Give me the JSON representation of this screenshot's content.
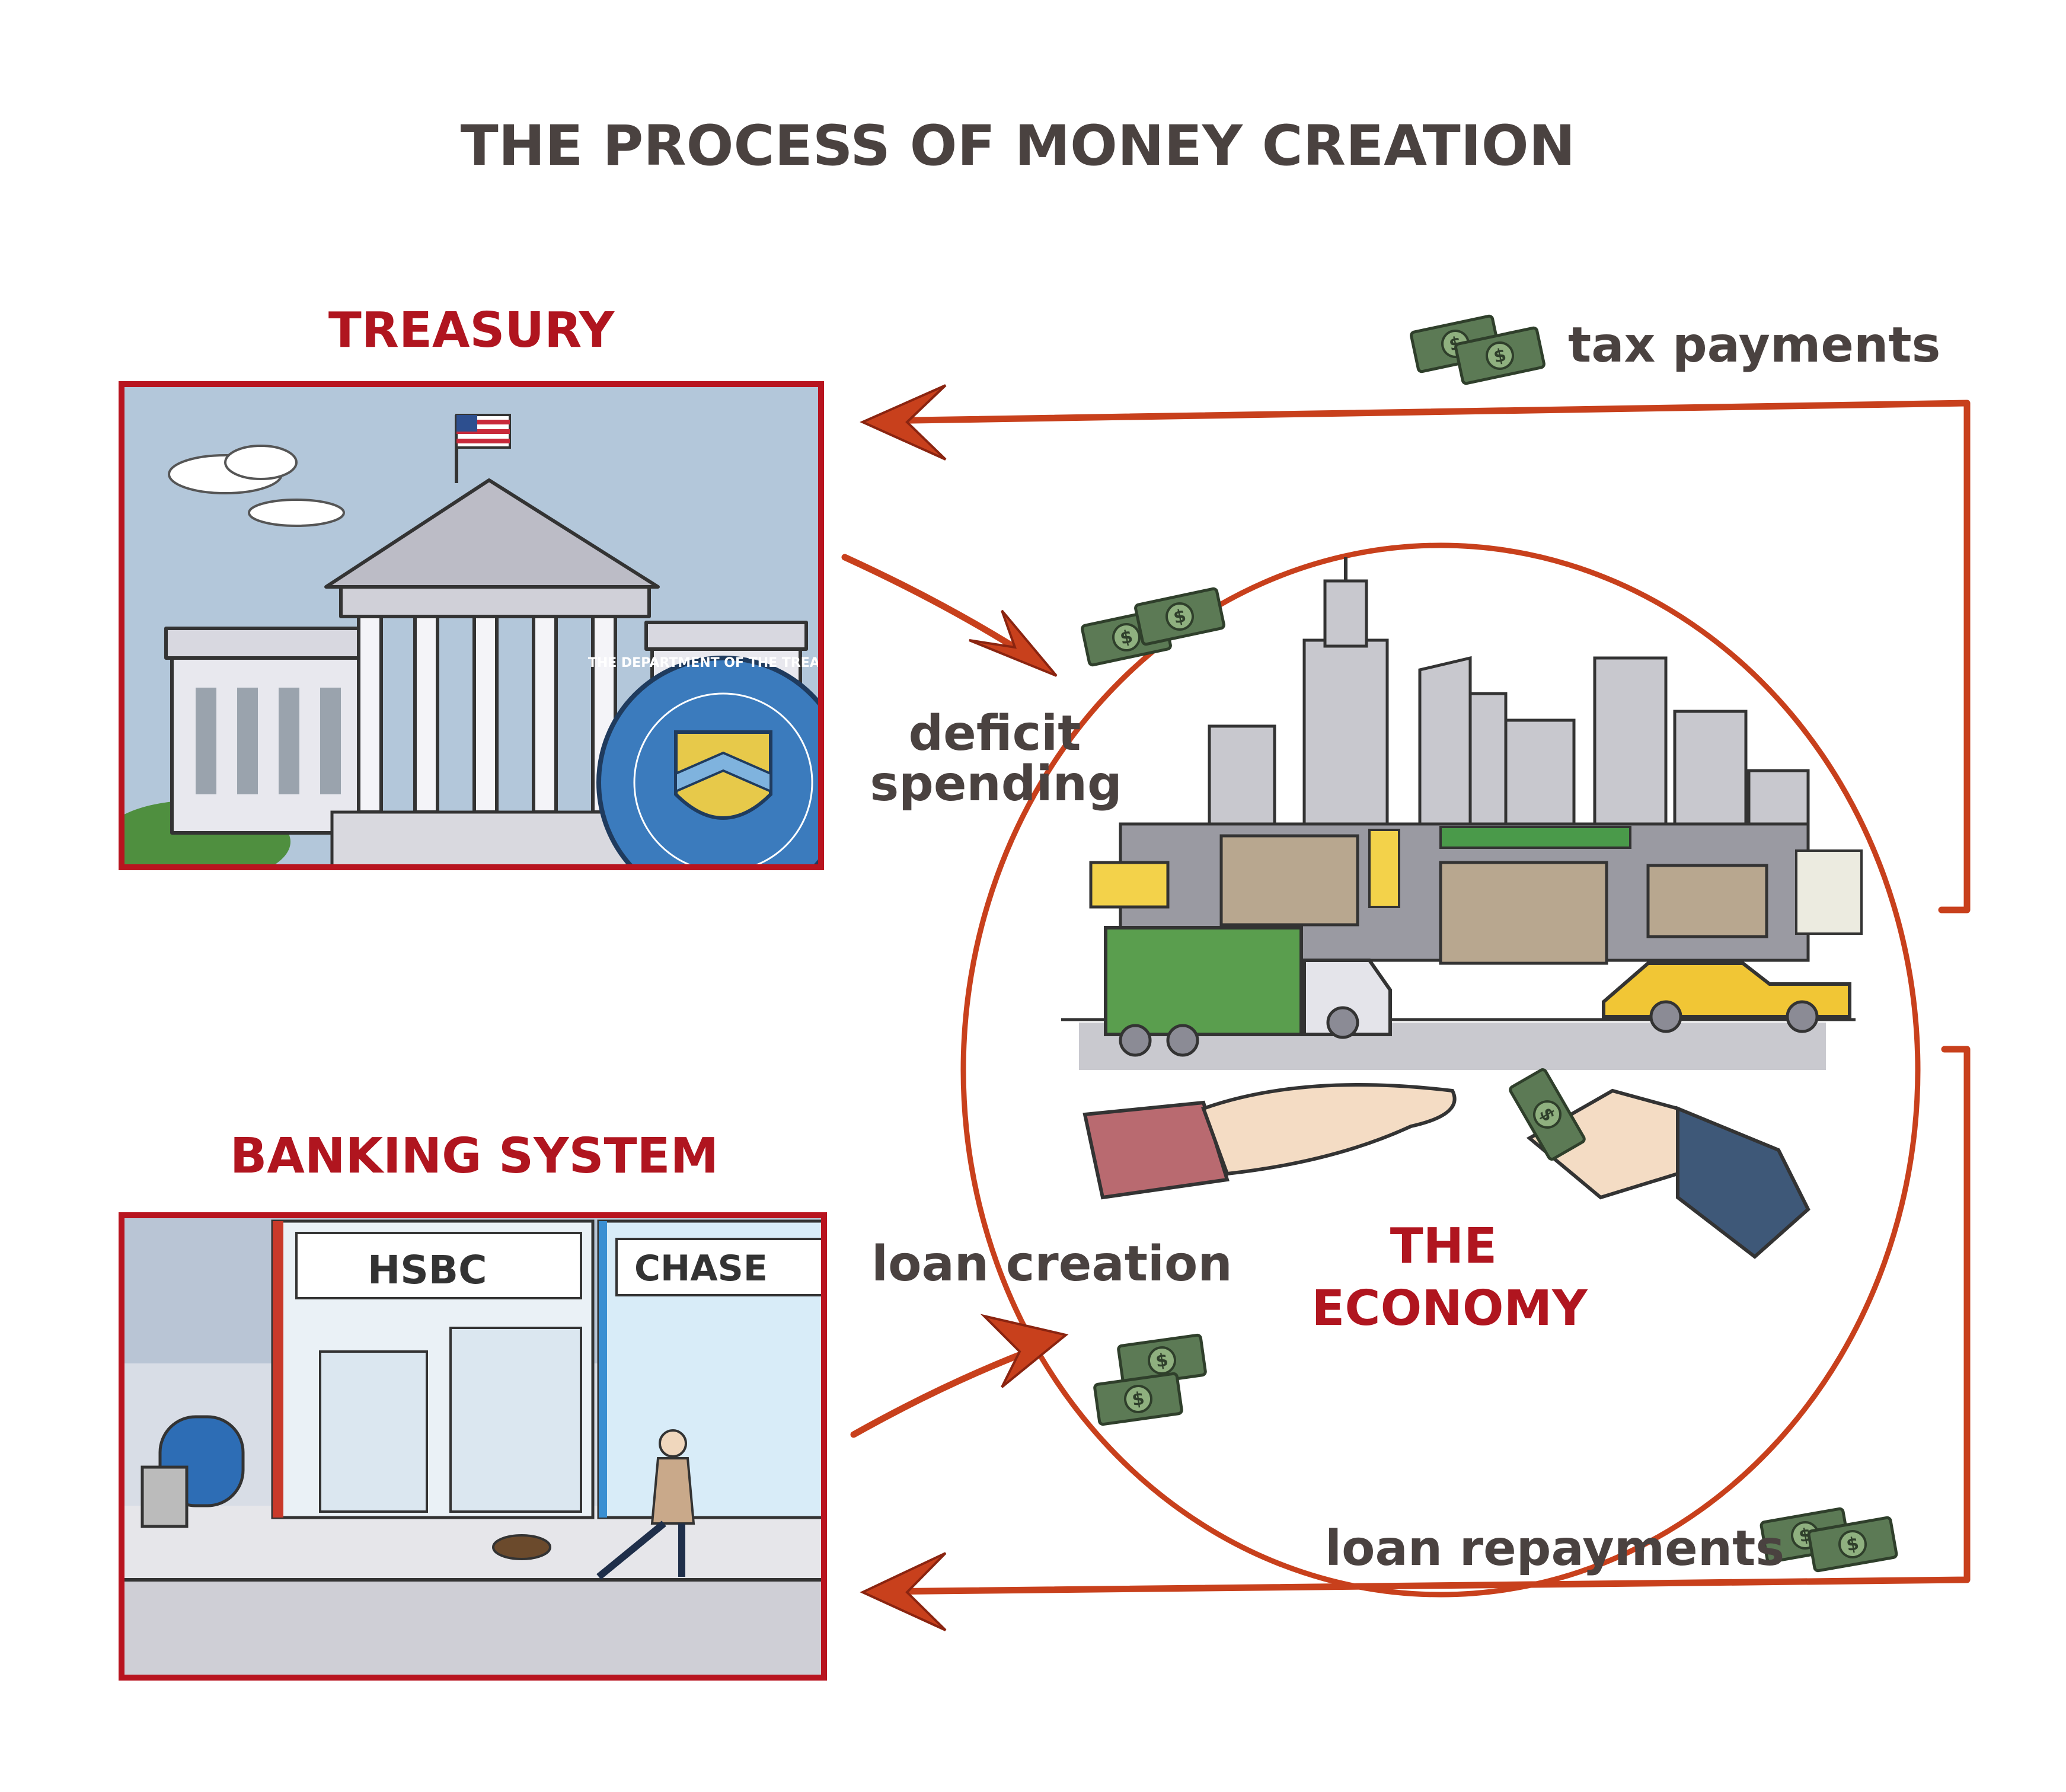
{
  "title": "THE PROCESS OF MONEY CREATION",
  "treasury": {
    "heading": "TREASURY",
    "seal_text": "THE DEPARTMENT OF THE TREASURY"
  },
  "banking": {
    "heading": "BANKING SYSTEM",
    "sign_left": "HSBC",
    "sign_right": "CHASE"
  },
  "economy": {
    "line1": "THE",
    "line2": "ECONOMY"
  },
  "flows": {
    "deficit_line1": "deficit",
    "deficit_line2": "spending",
    "tax": "tax payments",
    "loan_creation": "loan creation",
    "loan_repayments": "loan repayments"
  },
  "colors": {
    "accent_red": "#b0151f",
    "arrow_orange": "#c8401c",
    "text_gray": "#4a4240",
    "money_green": "#5c7a55"
  },
  "icons": [
    "treasury-building-illustration",
    "treasury-seal-icon",
    "bank-storefront-illustration",
    "city-skyline-illustration",
    "cash-icon",
    "hand-icon"
  ]
}
